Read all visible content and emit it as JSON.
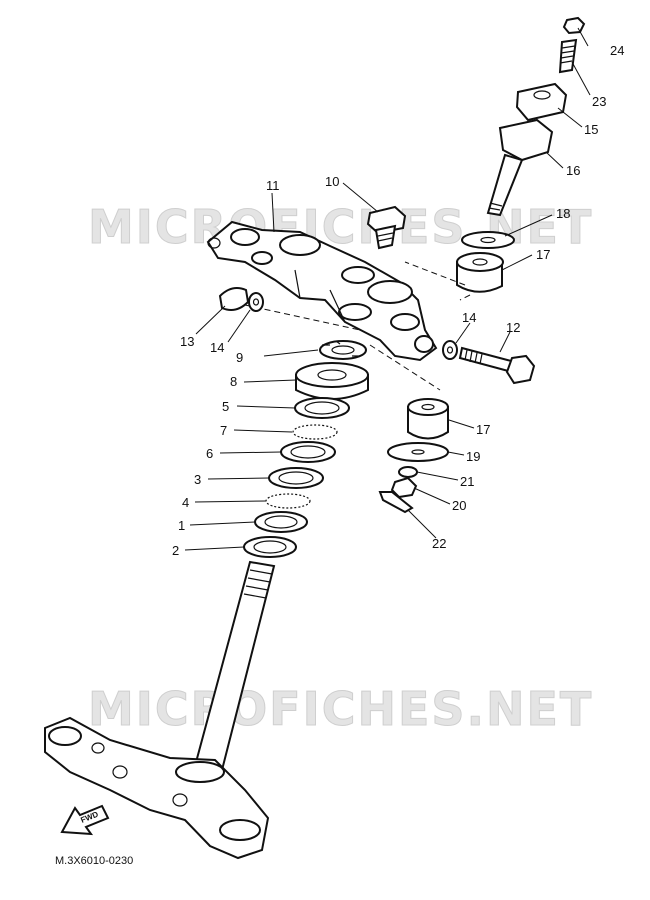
{
  "watermark": {
    "top": "MICROFICHES.NET",
    "bottom": "MICROFICHES.NET"
  },
  "callouts": [
    {
      "id": "1",
      "text": "1"
    },
    {
      "id": "2",
      "text": "2"
    },
    {
      "id": "3",
      "text": "3"
    },
    {
      "id": "4",
      "text": "4"
    },
    {
      "id": "5",
      "text": "5"
    },
    {
      "id": "6",
      "text": "6"
    },
    {
      "id": "7",
      "text": "7"
    },
    {
      "id": "8",
      "text": "8"
    },
    {
      "id": "9",
      "text": "9"
    },
    {
      "id": "10",
      "text": "10"
    },
    {
      "id": "11",
      "text": "11"
    },
    {
      "id": "12",
      "text": "12"
    },
    {
      "id": "13",
      "text": "13"
    },
    {
      "id": "14a",
      "text": "14"
    },
    {
      "id": "14b",
      "text": "14"
    },
    {
      "id": "15",
      "text": "15"
    },
    {
      "id": "16",
      "text": "16"
    },
    {
      "id": "17a",
      "text": "17"
    },
    {
      "id": "17b",
      "text": "17"
    },
    {
      "id": "18",
      "text": "18"
    },
    {
      "id": "19",
      "text": "19"
    },
    {
      "id": "20",
      "text": "20"
    },
    {
      "id": "21",
      "text": "21"
    },
    {
      "id": "22",
      "text": "22"
    },
    {
      "id": "23",
      "text": "23"
    },
    {
      "id": "24",
      "text": "24"
    }
  ],
  "fwd_label": "FWD",
  "diagram_code": "M.3X6010-0230"
}
